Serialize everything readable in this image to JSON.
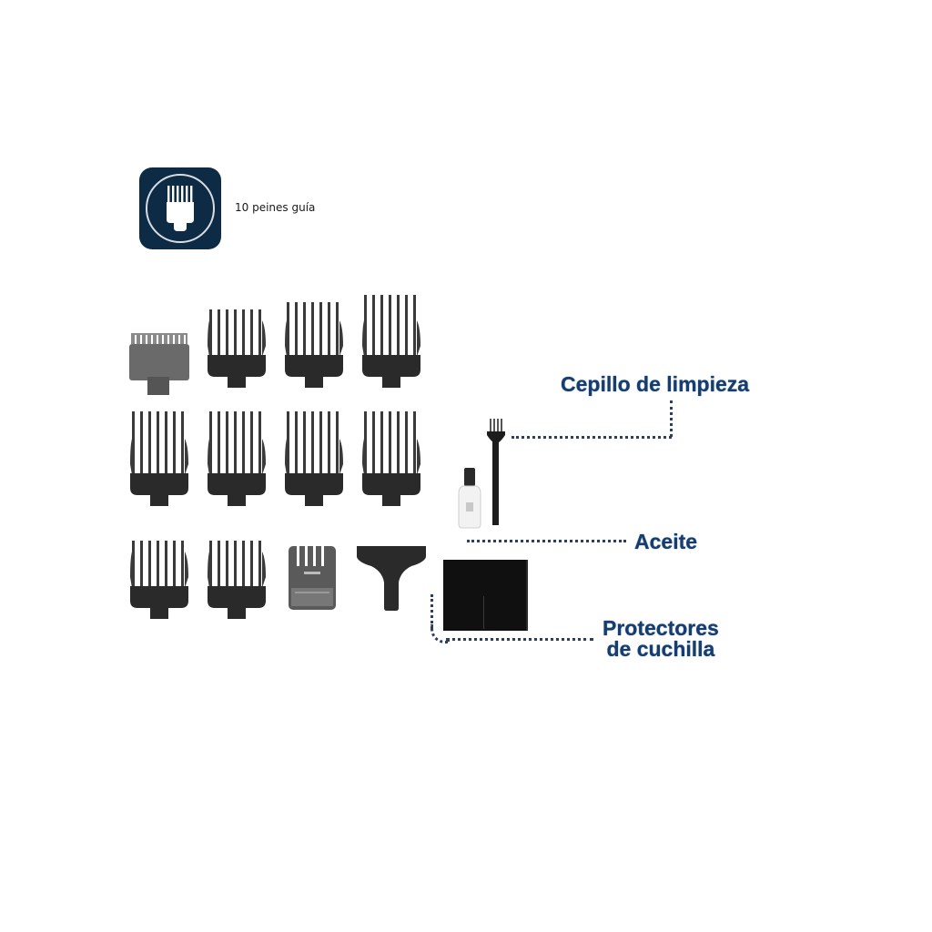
{
  "header": {
    "icon": "guide-comb-icon",
    "label": "10 peines guía",
    "badge_color": "#0e2b45"
  },
  "combs": {
    "row1": [
      "comb-1",
      "comb-2",
      "comb-3",
      "comb-4"
    ],
    "row2": [
      "comb-5",
      "comb-6",
      "comb-7",
      "comb-8"
    ],
    "row3": [
      "comb-9",
      "comb-10",
      "small-trimmer-guard",
      "t-blade-guard"
    ]
  },
  "callouts": {
    "brush": "Cepillo de limpieza",
    "oil": "Aceite",
    "blade_guards_line1": "Protectores",
    "blade_guards_line2": "de cuchilla"
  },
  "colors": {
    "callout_text": "#173d6e",
    "leader_dots": "#2c3d66",
    "accessory": "#1c1c1c"
  }
}
